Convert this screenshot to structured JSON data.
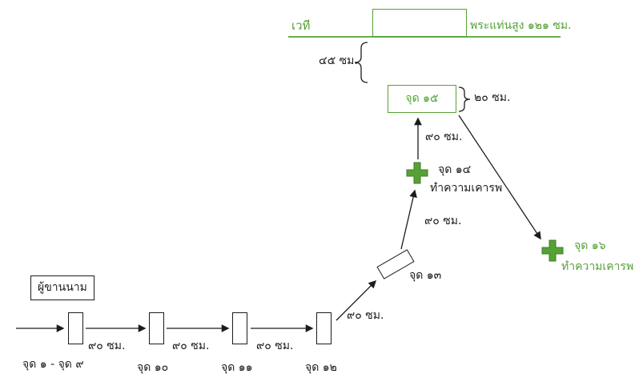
{
  "colors": {
    "green": "#55a136",
    "ink": "#1c1c1c"
  },
  "stage": {
    "label": "เวที",
    "podium_label": "พระแท่นสูง ๑๒๑ ซม."
  },
  "distances": {
    "d45": "๔๕ ซม.",
    "d20": "๒๐ ซม.",
    "d90": "๙๐ ซม."
  },
  "points": {
    "p1to9": "จุด ๑ - จุด ๙",
    "p10": "จุด ๑๐",
    "p11": "จุด ๑๑",
    "p12": "จุด ๑๒",
    "p13": "จุด ๑๓",
    "p14": {
      "label": "จุด ๑๔",
      "action": "ทำความเคารพ"
    },
    "p15": "จุด ๑๕",
    "p16": {
      "label": "จุด ๑๖",
      "action": "ทำความเคารพ"
    }
  },
  "announcer": "ผู้ขานนาม"
}
